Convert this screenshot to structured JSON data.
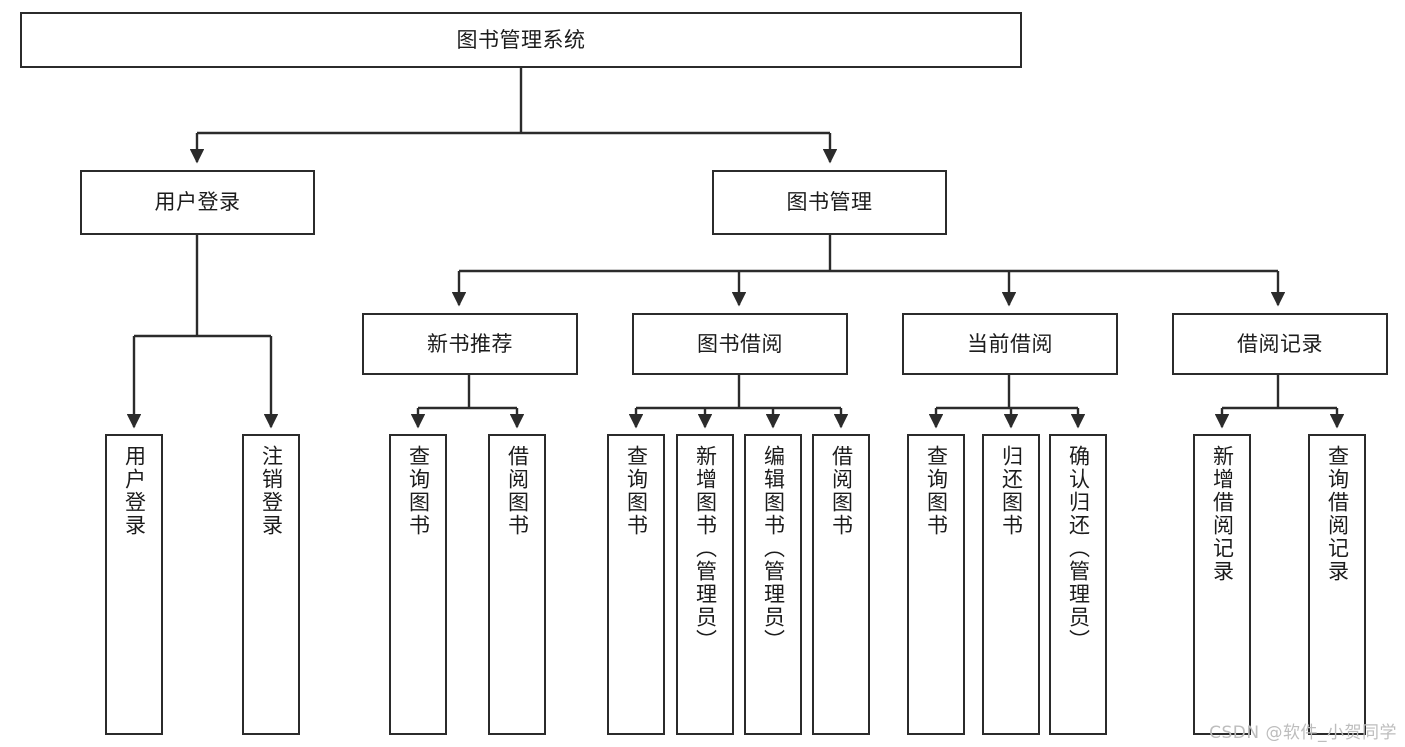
{
  "diagram": {
    "type": "tree-hierarchy-diagram",
    "title": "图书管理系统",
    "background_color": "#ffffff",
    "line_color": "#2b2b2b",
    "text_color": "#1c1c1c",
    "watermark": "CSDN @软件_小贺同学",
    "levels": {
      "root": {
        "label": "图书管理系统"
      },
      "level1": [
        {
          "label": "用户登录"
        },
        {
          "label": "图书管理"
        }
      ],
      "level2": [
        {
          "label": "新书推荐"
        },
        {
          "label": "图书借阅"
        },
        {
          "label": "当前借阅"
        },
        {
          "label": "借阅记录"
        }
      ],
      "leaves": {
        "user_login": [
          {
            "label": "用户登录"
          },
          {
            "label": "注销登录"
          }
        ],
        "new_book_recommend": [
          {
            "label": "查询图书"
          },
          {
            "label": "借阅图书"
          }
        ],
        "book_borrow": [
          {
            "label": "查询图书"
          },
          {
            "label": "新增图书（管理员）"
          },
          {
            "label": "编辑图书（管理员）"
          },
          {
            "label": "借阅图书"
          }
        ],
        "current_borrow": [
          {
            "label": "查询图书"
          },
          {
            "label": "归还图书"
          },
          {
            "label": "确认归还（管理员）"
          }
        ],
        "borrow_record": [
          {
            "label": "新增借阅记录"
          },
          {
            "label": "查询借阅记录"
          }
        ]
      }
    }
  }
}
